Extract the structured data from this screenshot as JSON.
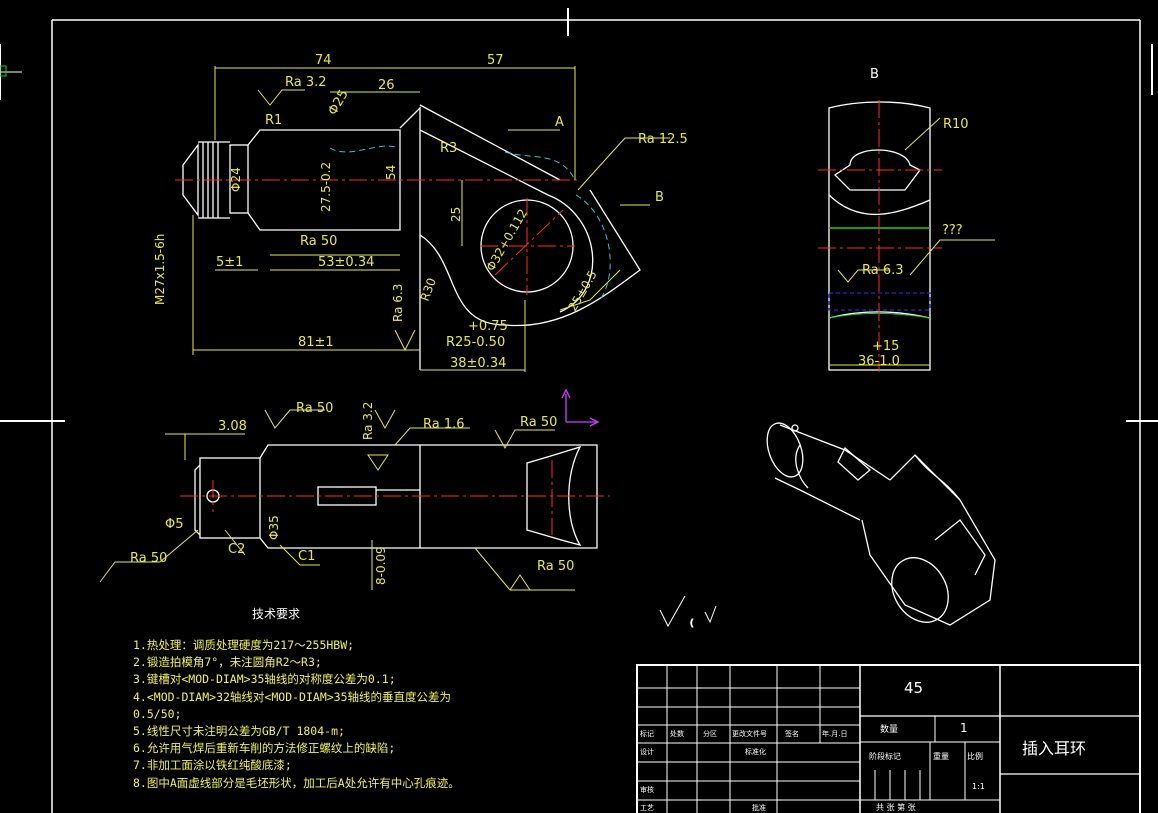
{
  "drawing": {
    "view_label_b": "B",
    "dims": {
      "d74": "74",
      "d57": "57",
      "ra32": "Ra 3.2",
      "d26": "26",
      "phi25": "Φ25",
      "r1": "R1",
      "r3": "R3",
      "a": "A",
      "ra125": "Ra 12.5",
      "b": "B",
      "phi24": "Φ24",
      "d27": "27.5-0.2",
      "d54": "54",
      "d25": "25",
      "ra50a": "Ra 50",
      "d5": "5±1",
      "d53": "53±0.34",
      "m27": "M27x1.5-6h",
      "ra63": "Ra 6.3",
      "r30": "R30",
      "d81": "81±1",
      "tol075": "+0.75",
      "r25": "R25-0.50",
      "d38": "38±0.34",
      "phi32": "Φ32+0.112",
      "d2545": "25±0.5",
      "r10": "R10",
      "q": "???",
      "ra63b": "Ra 6.3",
      "p15": "+15",
      "d36": "36-1.0",
      "d308": "3.08",
      "ra50b": "Ra 50",
      "ra32b": "Ra 3.2",
      "ra16": "Ra 1.6",
      "ra50c": "Ra 50",
      "phi5": "Φ5",
      "ra50d": "Ra 50",
      "c2": "C2",
      "c1": "C1",
      "ra50e": "Ra 50",
      "phi35": "Φ35",
      "kw": "8-0.09"
    }
  },
  "tech": {
    "title": "技术要求",
    "lines": [
      "1.热处理：调质处理硬度为217～255HBW;",
      "2.锻造拍模角7°，未注圆角R2～R3;",
      "3.键槽对<MOD-DIAM>35轴线的对称度公差为0.1;",
      "4.<MOD-DIAM>32轴线对<MOD-DIAM>35轴线的垂直度公差为",
      "0.5/50;",
      "5.线性尺寸未注明公差为GB/T 1804-m;",
      "6.允许用气焊后重新车削的方法修正螺纹上的缺陷;",
      "7.非加工面涂以铁红纯酸底漆;",
      "8.图中A面虚线部分是毛坯形状，加工后A处允许有中心孔痕迹。"
    ]
  },
  "title_block": {
    "material": "45",
    "part_name": "插入耳环",
    "qty_label": "数量",
    "qty": "1",
    "stage_label": "阶段标记",
    "weight_label": "重量",
    "scale_label": "比例",
    "scale": "1:1",
    "sheet_label": "共 张 第 张",
    "mark": "标记",
    "count": "处数",
    "zone": "分区",
    "change_no": "更改文件号",
    "sign": "签名",
    "date": "年.月.日",
    "designer": "设计",
    "standardize": "标准化",
    "review": "审核",
    "process": "工艺",
    "approve": "批准"
  },
  "colors": {
    "yellow": "#e8e84a",
    "red": "#ff2a2a",
    "white": "#ffffff",
    "cyan": "#29c8d8",
    "green": "#22cc22",
    "magenta": "#d040ff"
  }
}
